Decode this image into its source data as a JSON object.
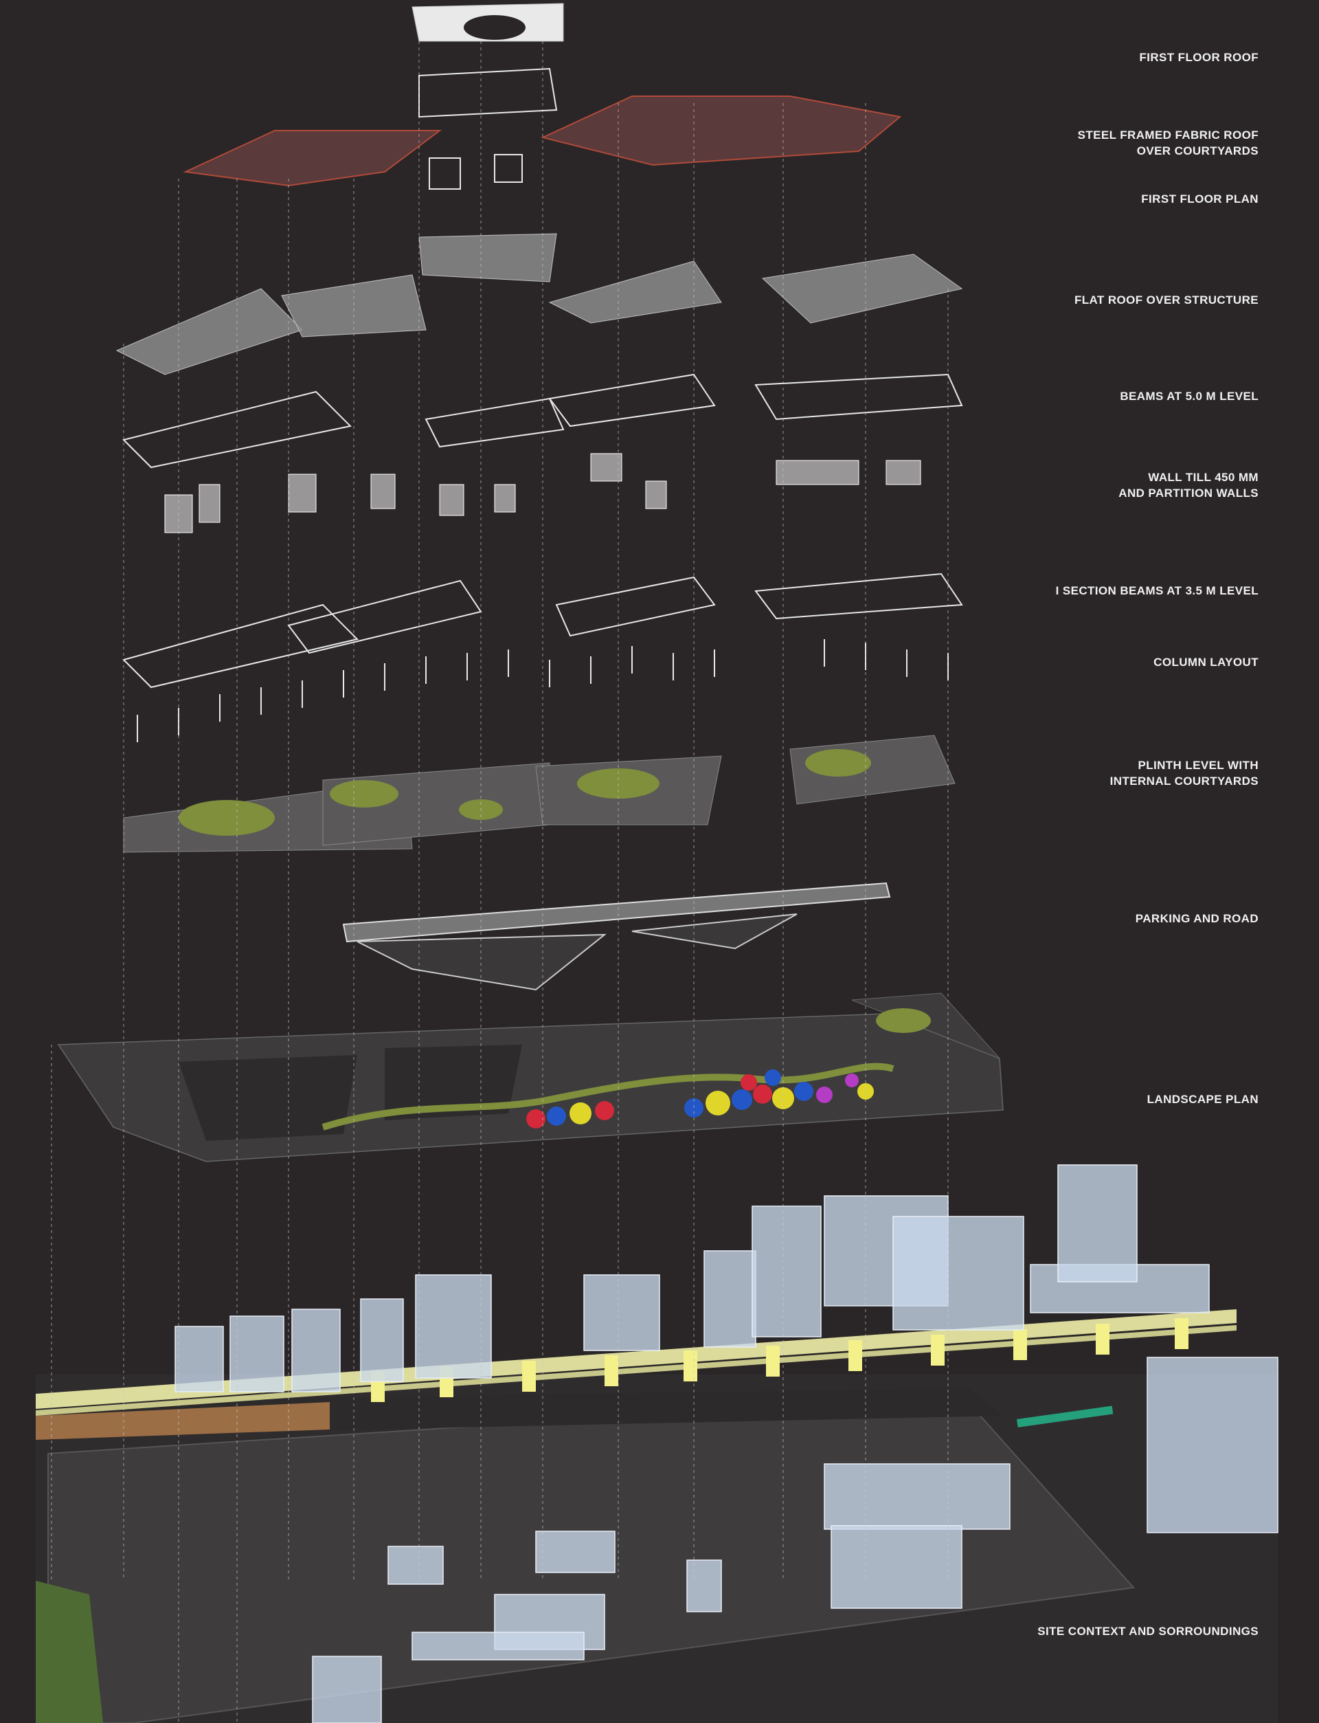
{
  "layers": [
    {
      "id": "first-floor-roof",
      "lines": [
        "FIRST FLOOR ROOF"
      ]
    },
    {
      "id": "fabric-roof",
      "lines": [
        "STEEL FRAMED FABRIC ROOF",
        "OVER COURTYARDS"
      ]
    },
    {
      "id": "first-floor-plan",
      "lines": [
        "FIRST FLOOR PLAN"
      ]
    },
    {
      "id": "flat-roof",
      "lines": [
        "FLAT ROOF OVER STRUCTURE"
      ]
    },
    {
      "id": "beams-5m",
      "lines": [
        "BEAMS AT 5.0 M LEVEL"
      ]
    },
    {
      "id": "walls",
      "lines": [
        "WALL TILL 450 MM",
        "AND PARTITION WALLS"
      ]
    },
    {
      "id": "i-section-beams",
      "lines": [
        "I SECTION BEAMS AT 3.5 M LEVEL"
      ]
    },
    {
      "id": "column-layout",
      "lines": [
        "COLUMN LAYOUT"
      ]
    },
    {
      "id": "plinth",
      "lines": [
        "PLINTH LEVEL WITH",
        "INTERNAL COURTYARDS"
      ]
    },
    {
      "id": "parking",
      "lines": [
        "PARKING AND ROAD"
      ]
    },
    {
      "id": "landscape",
      "lines": [
        "LANDSCAPE PLAN"
      ]
    },
    {
      "id": "site-context",
      "lines": [
        "SITE CONTEXT AND SORROUNDINGS"
      ]
    }
  ],
  "colors": {
    "background": "#2a2627",
    "label": "#f2f2f2",
    "wireframe": "#d9d9d9",
    "slab": "#8c8c8c",
    "courtyard": "#7f8f3c",
    "building_mass": "#c9d8ec",
    "flyover": "#f0f0a8",
    "flyover_pier": "#f4f08a",
    "ground": "#3d3b3c",
    "water": "#25a07c",
    "footpath": "#b07a4a",
    "grass": "#4e6b34"
  }
}
